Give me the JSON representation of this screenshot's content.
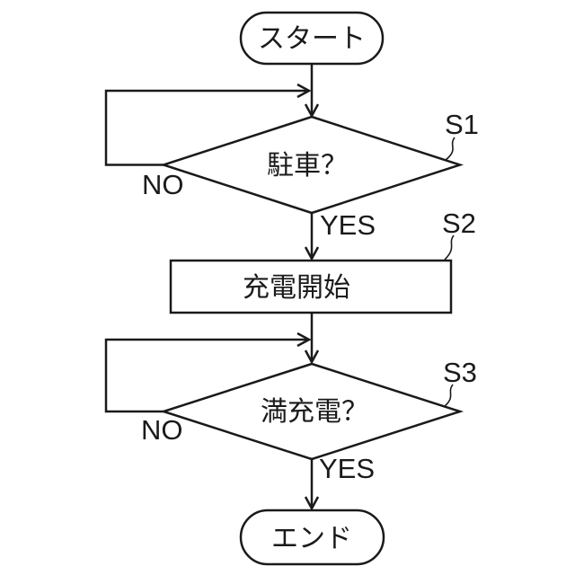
{
  "diagram": {
    "start": {
      "label": "スタート"
    },
    "decision_parking": {
      "step_label": "S1",
      "question": "駐車？",
      "no_label": "NO",
      "yes_label": "YES"
    },
    "process_charge": {
      "step_label": "S2",
      "label": "充電開始"
    },
    "decision_full_charge": {
      "step_label": "S3",
      "question": "満充電？",
      "no_label": "NO",
      "yes_label": "YES"
    },
    "end": {
      "label": "エンド"
    },
    "colors": {
      "line": "#1a1a1a",
      "background": "#ffffff"
    }
  }
}
